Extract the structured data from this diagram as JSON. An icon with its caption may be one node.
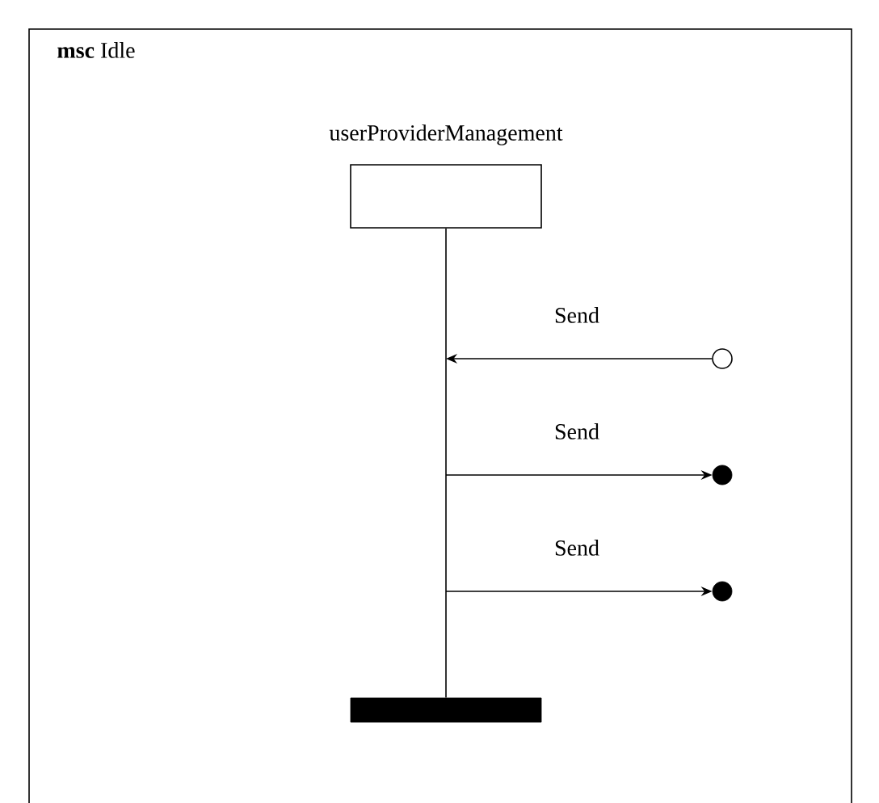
{
  "diagram": {
    "nodes": [
      {
        "text": [
          "**msc** Idle"
        ]
      },
      {
        "text": [
          "userProviderManagement"
        ],
        "in": 0
      },
      {
        "text": [],
        "shape": "bar",
        "in": 0
      },
      {
        "text": [],
        "shape": "circle",
        "in": 0
      },
      {
        "text": [],
        "shape": "dot",
        "in": 0
      },
      {
        "text": [],
        "shape": "dot",
        "in": 0
      }
    ],
    "edges": [
      {
        "from": 1,
        "to": 2,
        "arrow": "none"
      },
      {
        "from": 3,
        "to": null,
        "arrow": "to",
        "label": "Send"
      },
      {
        "from": null,
        "to": 4,
        "arrow": "to",
        "label": "Send"
      },
      {
        "from": null,
        "to": 5,
        "arrow": "to",
        "label": "Send"
      }
    ]
  }
}
